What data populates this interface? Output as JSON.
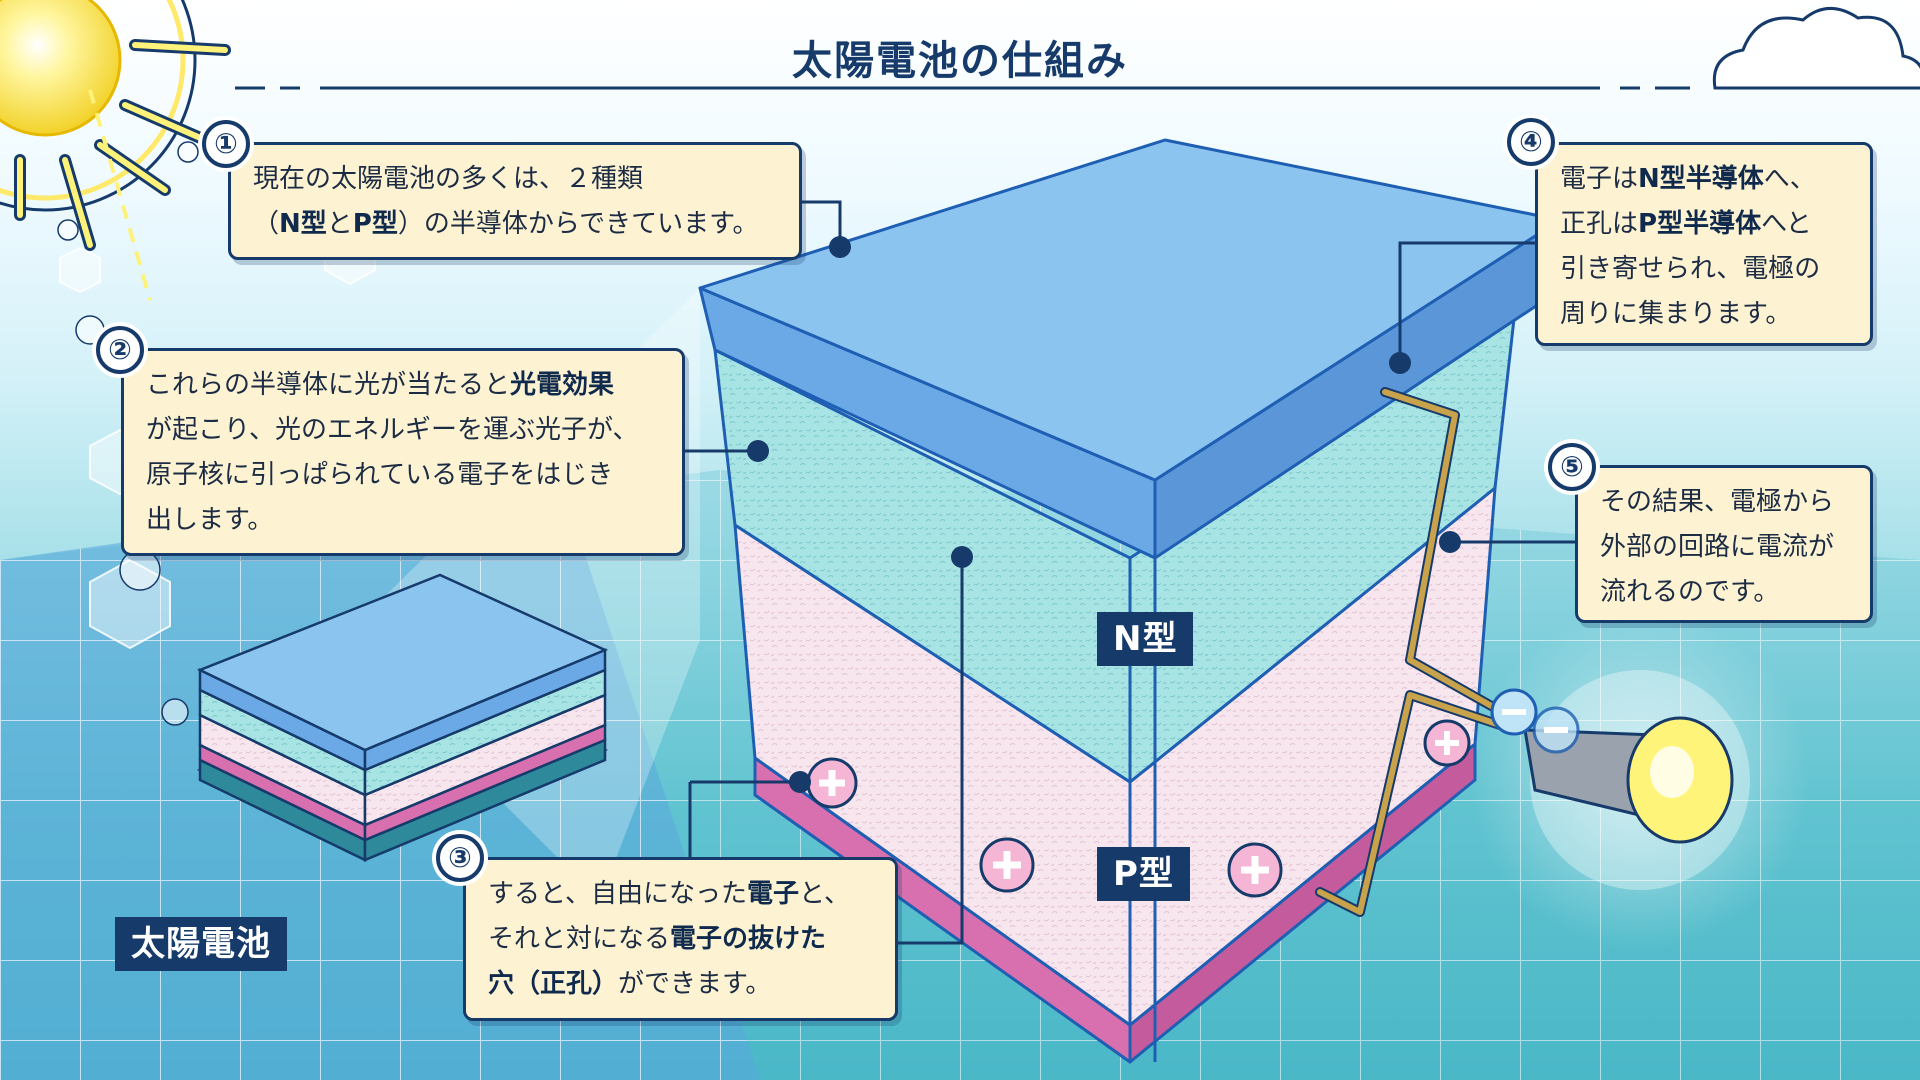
{
  "title": "太陽電池の仕組み",
  "labels": {
    "n_type": "N型",
    "p_type": "P型",
    "solar_cell": "太陽電池"
  },
  "badges": [
    "①",
    "②",
    "③",
    "④",
    "⑤"
  ],
  "callouts": {
    "c1": {
      "t1": "現在の太陽電池の多くは、２種類",
      "t2": "（",
      "b1": "N型",
      "t3": "と",
      "b2": "P型",
      "t4": "）の半導体からできています。"
    },
    "c2": {
      "t1": "これらの半導体に光が当たると",
      "b1": "光電効果",
      "t2": "が起こり、光のエネルギーを運ぶ光子が、",
      "t3": "原子核に引っぱられている電子をはじき",
      "t4": "出します。"
    },
    "c3": {
      "t1": "すると、自由になった",
      "b1": "電子",
      "t2": "と、",
      "t3": "それと対になる",
      "b2": "電子の抜けた",
      "b3": "穴（正孔）",
      "t4": "ができます。"
    },
    "c4": {
      "t1": "電子は",
      "b1": "N型半導体",
      "t2": "へ、",
      "t3": "正孔は",
      "b2": "P型半導体",
      "t4": "へと",
      "t5": "引き寄せられ、電極の",
      "t6": "周りに集まります。"
    },
    "c5": {
      "t1": "その結果、電極から",
      "t2": "外部の回路に電流が",
      "t3": "流れるのです。"
    }
  },
  "colors": {
    "navy": "#163b6b",
    "n_layer": "#a8e3e6",
    "p_layer": "#f6e2ec",
    "electrode_top": "#6aa8e6",
    "electrode_bottom": "#d86fae",
    "box_fill": "#fdf3d2",
    "wire": "#c9a24c"
  }
}
